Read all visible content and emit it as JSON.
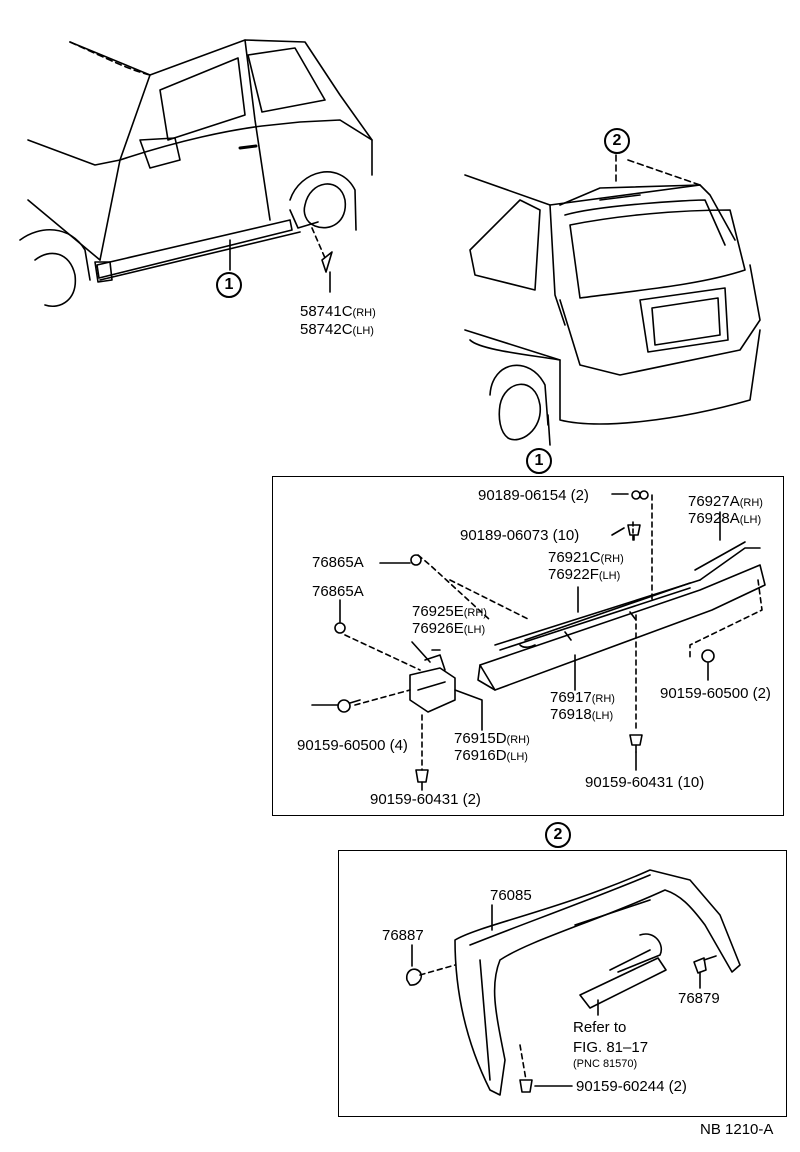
{
  "callouts": {
    "one": "1",
    "two": "2"
  },
  "parts": {
    "p58741": {
      "num": "58741C",
      "suf": "(RH)"
    },
    "p58742": {
      "num": "58742C",
      "suf": "(LH)"
    },
    "p90189_06154": {
      "num": "90189-06154 (2)"
    },
    "p90189_06073": {
      "num": "90189-06073 (10)"
    },
    "p76927": {
      "num": "76927A",
      "suf": "(RH)"
    },
    "p76928": {
      "num": "76928A",
      "suf": "(LH)"
    },
    "p76865a_1": {
      "num": "76865A"
    },
    "p76865a_2": {
      "num": "76865A"
    },
    "p76921": {
      "num": "76921C",
      "suf": "(RH)"
    },
    "p76922": {
      "num": "76922F",
      "suf": "(LH)"
    },
    "p76925": {
      "num": "76925E",
      "suf": "(RH)"
    },
    "p76926": {
      "num": "76926E",
      "suf": "(LH)"
    },
    "p76917": {
      "num": "76917",
      "suf": "(RH)"
    },
    "p76918": {
      "num": "76918",
      "suf": "(LH)"
    },
    "p90159_60500_2": {
      "num": "90159-60500 (2)"
    },
    "p90159_60500_4": {
      "num": "90159-60500 (4)"
    },
    "p76915": {
      "num": "76915D",
      "suf": "(RH)"
    },
    "p76916": {
      "num": "76916D",
      "suf": "(LH)"
    },
    "p90159_60431_10": {
      "num": "90159-60431 (10)"
    },
    "p90159_60431_2": {
      "num": "90159-60431 (2)"
    },
    "p76085": {
      "num": "76085"
    },
    "p76887": {
      "num": "76887"
    },
    "p76879": {
      "num": "76879"
    },
    "p90159_60244": {
      "num": "90159-60244 (2)"
    }
  },
  "refer": {
    "line1": "Refer to",
    "line2": "FIG. 81–17",
    "line3": "(PNC 81570)"
  },
  "figure_id": "NB 1210-A"
}
